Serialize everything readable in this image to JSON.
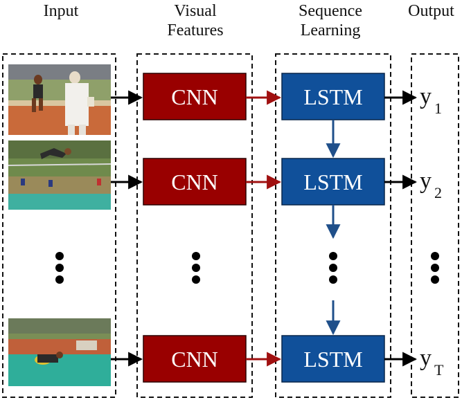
{
  "headers": {
    "input": "Input",
    "visual_features_line1": "Visual",
    "visual_features_line2": "Features",
    "sequence_learning_line1": "Sequence",
    "sequence_learning_line2": "Learning",
    "output": "Output"
  },
  "blocks": {
    "cnn_label": "CNN",
    "lstm_label": "LSTM"
  },
  "outputs": [
    {
      "base": "y",
      "sub": "1"
    },
    {
      "base": "y",
      "sub": "2"
    },
    {
      "base": "y",
      "sub": "T"
    }
  ],
  "colors": {
    "cnn_fill": "#990000",
    "lstm_fill": "#10509a",
    "cnn_to_lstm_arrow": "#a01010",
    "lstm_chain_arrow": "#1f4f8a",
    "frame_dashes": "#111111"
  },
  "input_frames": [
    {
      "scene": "athlete running on track"
    },
    {
      "scene": "high jumper clearing bar"
    },
    {
      "scene": "jumper landing on mat"
    }
  ]
}
